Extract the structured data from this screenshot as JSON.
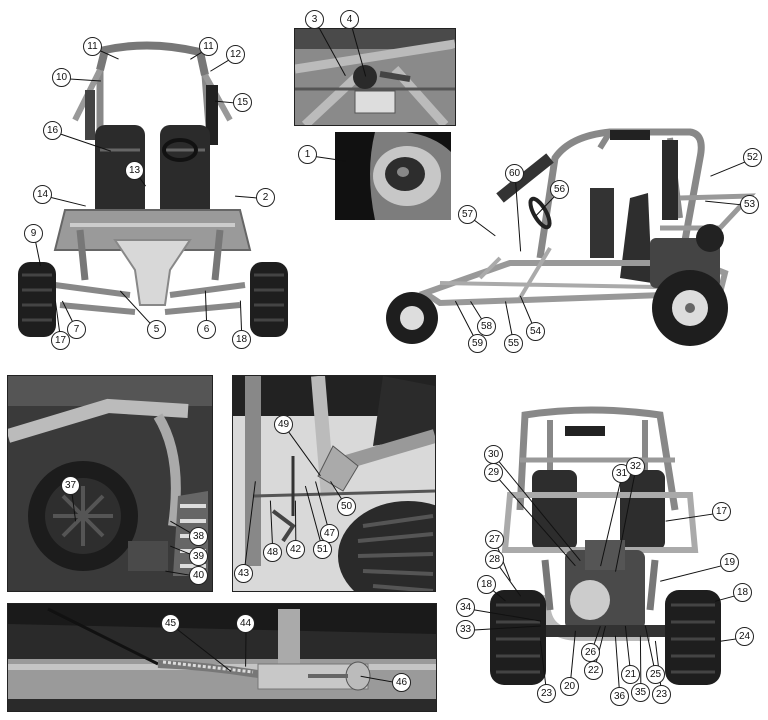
{
  "figure": {
    "panels": [
      {
        "id": "front-view",
        "callouts": [
          "11",
          "11",
          "12",
          "10",
          "15",
          "16",
          "13",
          "14",
          "2",
          "9",
          "7",
          "17",
          "5",
          "6",
          "18"
        ]
      },
      {
        "id": "steering-detail",
        "callouts": [
          "3",
          "4"
        ]
      },
      {
        "id": "ignition-detail",
        "callouts": [
          "1"
        ]
      },
      {
        "id": "side-view",
        "callouts": [
          "52",
          "53",
          "60",
          "56",
          "57",
          "58",
          "59",
          "55",
          "54"
        ]
      },
      {
        "id": "engine-detail",
        "callouts": [
          "37",
          "38",
          "39",
          "40"
        ]
      },
      {
        "id": "brake-detail",
        "callouts": [
          "49",
          "50",
          "47",
          "51",
          "42",
          "48",
          "43"
        ]
      },
      {
        "id": "throttle-detail",
        "callouts": [
          "45",
          "44",
          "46"
        ]
      },
      {
        "id": "rear-view",
        "callouts": [
          "30",
          "29",
          "31",
          "32",
          "17",
          "27",
          "28",
          "19",
          "18",
          "18",
          "34",
          "33",
          "24",
          "26",
          "22",
          "21",
          "25",
          "20",
          "36",
          "35",
          "23",
          "23"
        ]
      }
    ]
  }
}
